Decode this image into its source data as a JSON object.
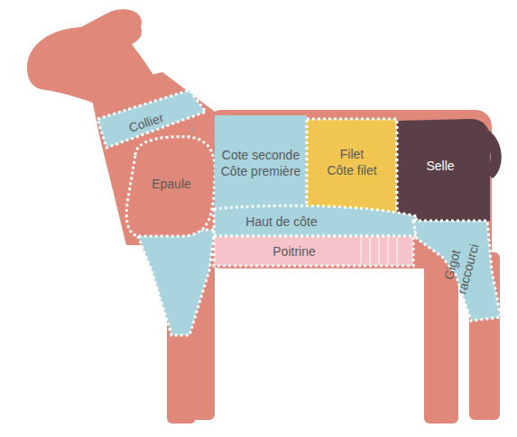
{
  "diagram": {
    "nodes": [
      {
        "text": [
          "Collier"
        ]
      },
      {
        "text": [
          "Epaule"
        ]
      },
      {
        "text": [
          "Cote seconde",
          "Côte première"
        ]
      },
      {
        "text": [
          "Filet",
          "Côte filet"
        ]
      },
      {
        "text": [
          "Selle"
        ]
      },
      {
        "text": [
          "Haut de côte"
        ]
      },
      {
        "text": [
          "Poitrine"
        ]
      },
      {
        "text": [
          "Gigot raccourci"
        ]
      }
    ],
    "labels": [
      "*"
    ]
  }
}
